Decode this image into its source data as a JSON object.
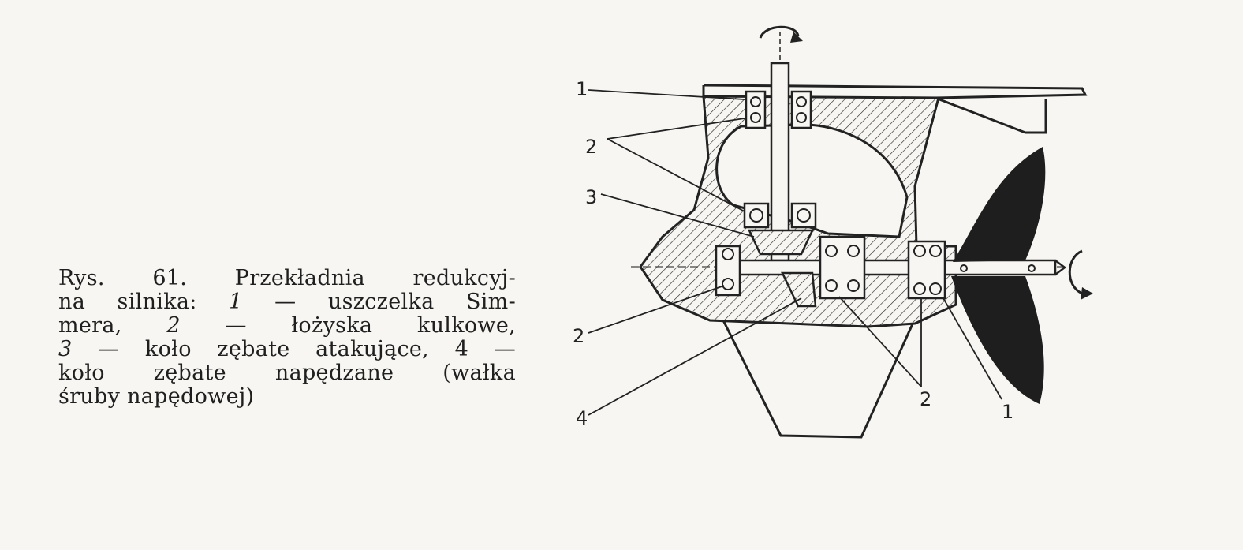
{
  "caption": {
    "line1": "Rys. 61. Przekładnia redukcyj-",
    "line2": "na silnika:",
    "n1": "1",
    "line2b": "— uszczelka Sim-",
    "line3a": "mera,",
    "n2": "2",
    "line3b": "— łożyska kulkowe,",
    "n3": "3",
    "line4a": "— koło zębate atakujące, 4 —",
    "line5": "koło zębate napędzane (wałka",
    "line6": "śruby napędowej)"
  },
  "labels": {
    "seal_top": "1",
    "bearings_top": "2",
    "drive_gear": "3",
    "bearing_left": "2",
    "driven_gear": "4",
    "bearings_bottom": "2",
    "seal_right": "1"
  }
}
